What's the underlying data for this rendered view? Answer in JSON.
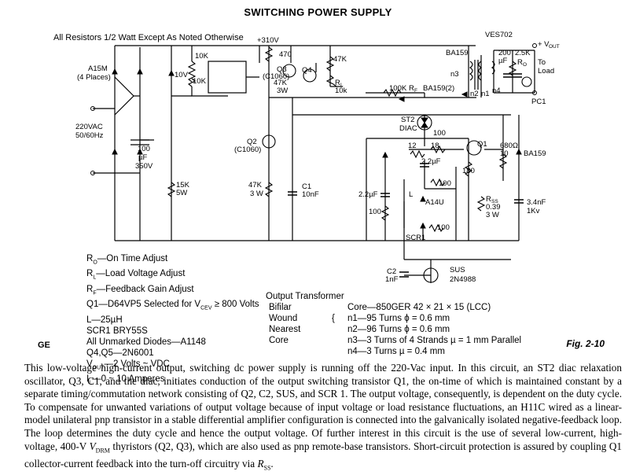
{
  "title": "SWITCHING POWER SUPPLY",
  "note": "All Resistors 1/2 Watt Except As Noted Otherwise",
  "labels": {
    "v310": "+310V",
    "ves702": "VES702",
    "vout_plus": "+ V",
    "vout_sub": "OUT",
    "a15m": "A15M",
    "a15m_2": "(4 Places)",
    "r10k_a": "10K",
    "r10k_b": "10K",
    "z10v": "10V",
    "r470": "470",
    "r47k": "47K",
    "r47k_3w": "47K",
    "r3w": "3W",
    "q3": "Q3",
    "q3b": "(C1060)",
    "q4": "Q4",
    "rl": "R",
    "rl_sub": "L",
    "rl_val": "10k",
    "ba159_top": "BA159",
    "n3": "n3",
    "n1": "n1",
    "n2": "n2",
    "n4": "n4",
    "c200": "200",
    "c200_uf": "µF",
    "r2_5k": "2.5K",
    "ro": "R",
    "ro_sub": "O",
    "ro_to": "To",
    "load": "Load",
    "pc1": "PC1",
    "r100k": "100K",
    "rf": "R",
    "rf_sub": "F",
    "ba159_2": "BA159(2)",
    "ac": "220VAC",
    "hz": "50/60Hz",
    "c100uf": "100",
    "c100uf_u": "µF",
    "c100uf_v": "350V",
    "st2": "ST2",
    "diac": "DIAC",
    "r100a": "100",
    "r12": "12",
    "r18": "18",
    "q1": "Q1",
    "r680": "680Ω",
    "r10": "10",
    "ba159_r": "BA159",
    "q2": "Q2",
    "q2b": "(C1060)",
    "c22a": "2.2µF",
    "r180": "180",
    "r15k": "15K",
    "r5w": "5W",
    "r47k3w_b": "47K",
    "r3w_b": "3 W",
    "c1": "C1",
    "c1v": "10nF",
    "r100b": "100",
    "c22b": "2.2µF",
    "r100c": "100",
    "a14u": "A14U",
    "rss": "R",
    "rss_sub": "SS",
    "rss_val": "0.39",
    "rss_w": "3 W",
    "c34": "3.4nF",
    "c34v": "1Kv",
    "l": "L",
    "scr1": "SCR1",
    "r100d": "100",
    "c2": "C2",
    "c2v": "1nF",
    "sus": "SUS",
    "sus2": "2N4988"
  },
  "legend": [
    "Rₒ—On Time Adjust",
    "Rʟ—Load Voltage Adjust",
    "Rғ—Feedback Gain Adjust",
    "Q1—D64VP5 Selected for V",
    "L—25µH",
    "SCR1 BRY55S",
    "All Unmarked Diodes—A1148",
    "Q4,Q5—2N6001",
    "V",
    "I",
    "O"
  ],
  "legend_lines": {
    "ro": "R",
    "ro_sub": "O",
    "ro_text": "—On Time Adjust",
    "rl": "R",
    "rl_sub": "L",
    "rl_text": "—Load Voltage Adjust",
    "rf": "R",
    "rf_sub": "F",
    "rf_text": "—Feedback Gain Adjust",
    "q1_text": "Q1—D64VP5 Selected for V",
    "q1_sub": "CEV",
    "q1_tail": " ≥ 800 Volts",
    "l_text": "L—25µH",
    "scr_text": "SCR1 BRY55S",
    "diodes_text": "All Unmarked Diodes—A1148",
    "q45_text": "Q4,Q5—2N6001",
    "vout": "V",
    "vout_sub": "OUT",
    "vout_text": "—2 Volts ~ VDC",
    "il": "I",
    "il_sub": "L",
    "il_text": "—0 ~ 10 Amperes"
  },
  "transformer": {
    "heading": "Output Transformer",
    "rows": [
      {
        "c1": "Bifilar",
        "c2": "",
        "c3": "Core—850GER 42 × 21 × 15 (LCC)"
      },
      {
        "c1": "Wound",
        "c2": "{",
        "c3": "n1—95 Turns ϕ = 0.6 mm"
      },
      {
        "c1": "Nearest",
        "c2": "",
        "c3": "n2—96 Turns ϕ = 0.6 mm"
      },
      {
        "c1": "Core",
        "c2": "",
        "c3": "n3—3 Turns of 4 Strands µ = 1 mm Parallel"
      },
      {
        "c1": "",
        "c2": "",
        "c3": "n4—3 Turns µ = 0.4 mm"
      }
    ]
  },
  "ge": "GE",
  "fig": "Fig. 2-10",
  "description": "This low-voltage high-current output, switching dc power supply is running off the 220-Vac input. In this circuit, an ST2 diac relaxation oscillator, Q3, C1, and the diac, initiates conduction of the output switching transistor Q1, the on-time of which is maintained constant by a separate timing/commutation network consisting of Q2, C2, SUS, and SCR 1. The output voltage, consequently, is dependent on the duty cycle. To compensate for unwanted variations of output voltage because of input voltage or load resistance fluctuations, an H11C wired as a linear-model unilateral pnp transistor in a stable differential amplifier configuration is connected into the galvanically isolated negative-feedback loop. The loop determines the duty cycle and hence the output voltage. Of further interest in this circuit is the use of several low-current, high-voltage, 400-V V_DRM thyristors (Q2, Q3), which are also used as pnp remote-base transistors. Short-circuit protection is assured by coupling Q1 collector-current feedback into the turn-off circuitry via R_SS.",
  "description_parts": {
    "p1": "This low-voltage high-current output, switching dc power supply is running off the 220-Vac input. In this circuit, an ST2 diac relaxation oscillator, Q3, C1, and the diac, initiates conduction of the output switching transistor Q1, the on-time of which is maintained constant by a separate timing/commutation network consisting of Q2, C2, SUS, and SCR 1. The output voltage, consequently, is dependent on the duty cycle. To compensate for unwanted variations of output voltage because of input voltage or load resistance fluctuations, an H11C wired as a linear-model unilateral pnp transistor in a stable differential amplifier configuration is connected into the galvanically isolated negative-feedback loop. The loop determines the duty cycle and hence the output voltage. Of further interest in this circuit is the use of several low-current, high-voltage, 400-V ",
    "vdrm": "V",
    "vdrm_sub": "DRM",
    "p2": " thyristors (Q2, Q3), which are also used as pnp remote-base transistors. Short-circuit protection is assured by coupling Q1 collector-current feedback into the turn-off circuitry via ",
    "rss": "R",
    "rss_sub": "SS",
    "p3": "."
  }
}
